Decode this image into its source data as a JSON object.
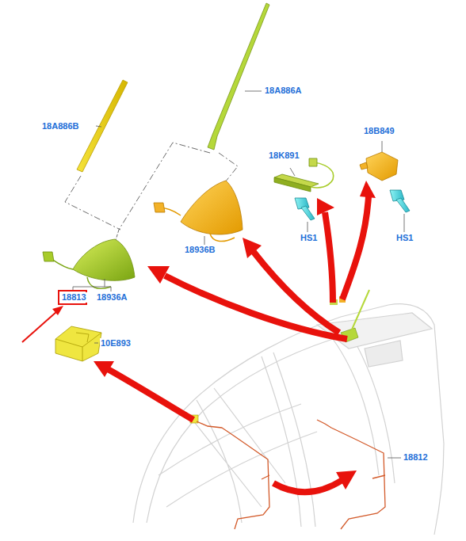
{
  "diagram": {
    "labels": [
      "18A886A",
      "18A886B",
      "18K891",
      "18B849",
      "HS1",
      "HS1",
      "18936B",
      "18813",
      "18936A",
      "10E893",
      "18812"
    ]
  }
}
